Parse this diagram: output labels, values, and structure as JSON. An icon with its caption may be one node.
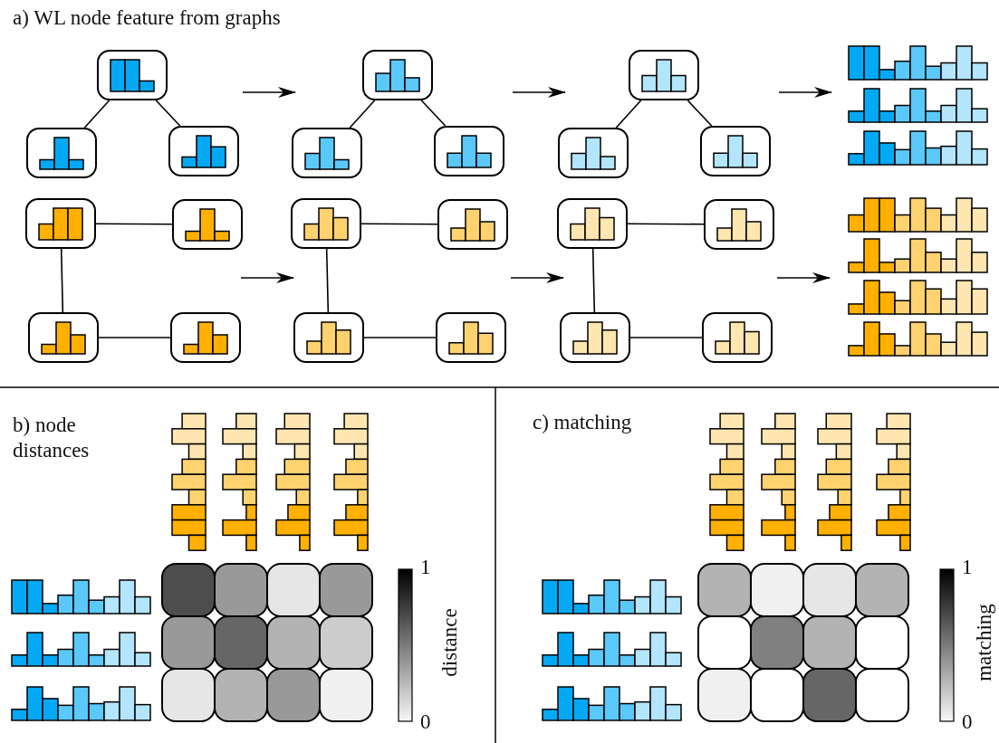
{
  "diagram": {
    "nodes": [
      {
        "text": [],
        "shape": "box"
      },
      {
        "text": [],
        "shape": "box"
      },
      {
        "text": [],
        "shape": "box"
      },
      {
        "text": [],
        "shape": "box"
      },
      {
        "text": [],
        "shape": "box"
      },
      {
        "text": [],
        "shape": "box"
      },
      {
        "text": [],
        "shape": "box"
      },
      {
        "text": [],
        "shape": "box"
      },
      {
        "text": [],
        "shape": "box"
      },
      {
        "text": [],
        "shape": "box"
      },
      {
        "text": [],
        "shape": "box"
      },
      {
        "text": [],
        "shape": "box"
      },
      {
        "text": [],
        "shape": "box"
      },
      {
        "text": [],
        "shape": "box"
      },
      {
        "text": [],
        "shape": "box"
      },
      {
        "text": [],
        "shape": "box"
      },
      {
        "text": [],
        "shape": "box"
      },
      {
        "text": [],
        "shape": "box"
      },
      {
        "text": [],
        "shape": "box"
      },
      {
        "text": [],
        "shape": "box"
      },
      {
        "text": [],
        "shape": "box"
      }
    ],
    "edges": [
      {
        "from": 0,
        "to": 1,
        "arrow": "none"
      },
      {
        "from": 0,
        "to": 2,
        "arrow": "none"
      },
      {
        "from": 3,
        "to": 4,
        "arrow": "none"
      },
      {
        "from": 3,
        "to": 5,
        "arrow": "none"
      },
      {
        "from": 5,
        "to": 6,
        "arrow": "none"
      },
      {
        "from": 7,
        "to": 8,
        "arrow": "none"
      },
      {
        "from": 7,
        "to": 9,
        "arrow": "none"
      },
      {
        "from": 10,
        "to": 11,
        "arrow": "none"
      },
      {
        "from": 10,
        "to": 12,
        "arrow": "none"
      },
      {
        "from": 12,
        "to": 13,
        "arrow": "none"
      },
      {
        "from": 14,
        "to": 15,
        "arrow": "none"
      },
      {
        "from": 14,
        "to": 16,
        "arrow": "none"
      },
      {
        "from": 17,
        "to": 18,
        "arrow": "none"
      },
      {
        "from": 17,
        "to": 19,
        "arrow": "none"
      },
      {
        "from": 19,
        "to": 20,
        "arrow": "none"
      }
    ],
    "labels": [
      "a) WL node feature from graphs",
      "b) node distances",
      "1",
      "distance",
      "0",
      "c) matching",
      "1",
      "matching",
      "0"
    ]
  }
}
